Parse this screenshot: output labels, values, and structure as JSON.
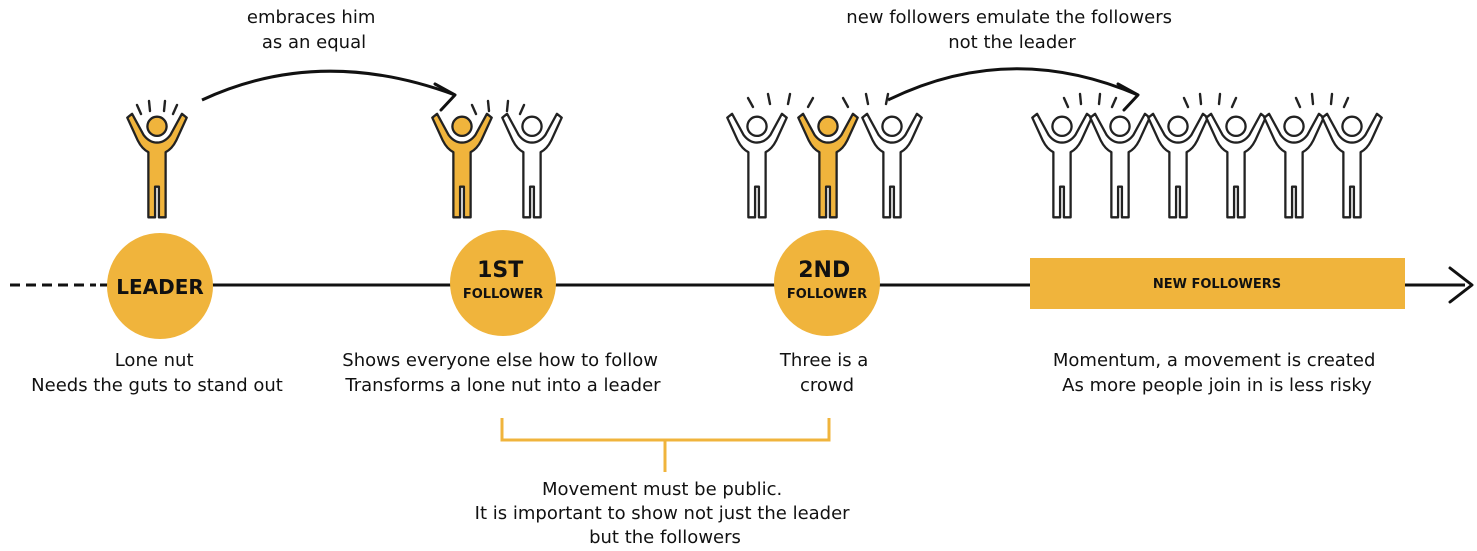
{
  "colors": {
    "accent": "#f0b43c",
    "line": "#111111"
  },
  "top_annotations": {
    "left": [
      "embraces him",
      "as an equal"
    ],
    "right": [
      "new followers emulate the followers",
      "not the leader"
    ]
  },
  "stages": [
    {
      "id": "leader",
      "label_lines": [
        "LEADER"
      ],
      "caption": [
        "Lone nut",
        "Needs the guts to stand out"
      ]
    },
    {
      "id": "first-follower",
      "label_lines": [
        "1ST",
        "FOLLOWER"
      ],
      "caption": [
        "Shows everyone else how to follow",
        "Transforms a lone nut into a leader"
      ]
    },
    {
      "id": "second-follower",
      "label_lines": [
        "2ND",
        "FOLLOWER"
      ],
      "caption": [
        "Three is a",
        "crowd"
      ]
    },
    {
      "id": "new-followers",
      "label_lines": [
        "NEW FOLLOWERS"
      ],
      "caption": [
        "Momentum, a movement is created",
        "As more people join in is less risky"
      ]
    }
  ],
  "bracket_note": [
    "Movement must be public.",
    "It is important to show not just the leader",
    "but the followers"
  ],
  "icons": {
    "person": "person-arms-up-icon",
    "rays": "excitement-rays-icon",
    "arrow": "curved-arrow-icon"
  }
}
